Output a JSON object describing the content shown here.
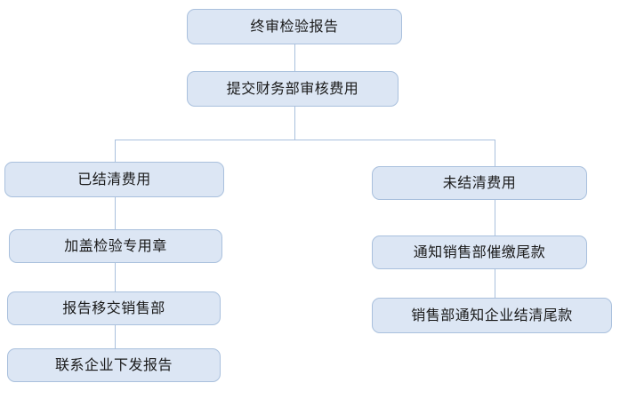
{
  "diagram": {
    "title_node": "终审检验报告",
    "colors": {
      "node_fill": "#dce6f4",
      "node_border": "#a9c0dd",
      "edge": "#a9c0dd",
      "text": "#1a1a1a",
      "background": "#ffffff"
    },
    "nodes": [
      {
        "id": "final-inspection-report",
        "label": "终审检验报告"
      },
      {
        "id": "submit-finance-review-fee",
        "label": "提交财务部审核费用"
      },
      {
        "id": "fee-settled",
        "label": "已结清费用"
      },
      {
        "id": "affix-inspection-seal",
        "label": "加盖检验专用章"
      },
      {
        "id": "report-transfer-sales",
        "label": "报告移交销售部"
      },
      {
        "id": "contact-company-issue-report",
        "label": "联系企业下发报告"
      },
      {
        "id": "fee-unsettled",
        "label": "未结清费用"
      },
      {
        "id": "notify-sales-collect-balance",
        "label": "通知销售部催缴尾款"
      },
      {
        "id": "sales-notify-company-settle",
        "label": "销售部通知企业结清尾款"
      }
    ]
  }
}
